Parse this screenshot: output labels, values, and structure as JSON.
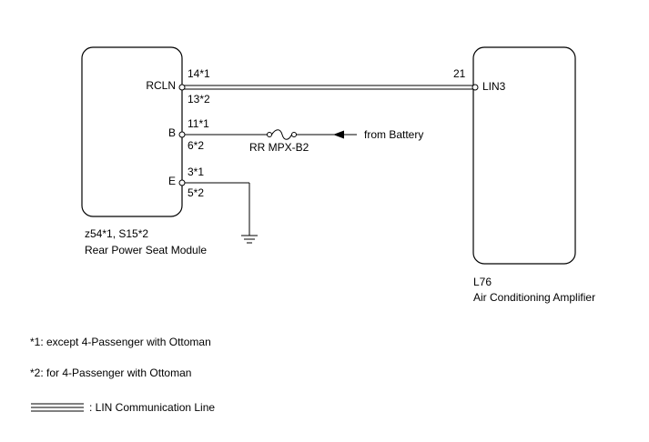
{
  "left_module": {
    "connector": "z54*1, S15*2",
    "name": "Rear Power Seat Module",
    "pins": {
      "rcln": {
        "label": "RCLN",
        "num1": "14*1",
        "num2": "13*2"
      },
      "b": {
        "label": "B",
        "num1": "11*1",
        "num2": "6*2"
      },
      "e": {
        "label": "E",
        "num1": "3*1",
        "num2": "5*2"
      }
    }
  },
  "right_module": {
    "connector": "L76",
    "name": "Air Conditioning Amplifier",
    "pin": {
      "label": "LIN3",
      "num": "21"
    }
  },
  "fuse": {
    "label": "RR MPX-B2"
  },
  "battery_label": "from Battery",
  "notes": {
    "note1": "*1: except 4-Passenger with Ottoman",
    "note2": "*2: for 4-Passenger with Ottoman"
  },
  "legend": {
    "lin_line": ": LIN Communication Line"
  }
}
